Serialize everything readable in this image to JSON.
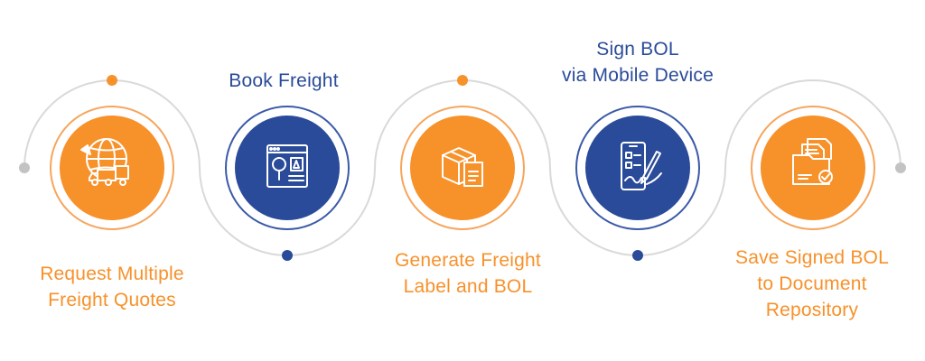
{
  "colors": {
    "orange": "#f7912a",
    "orange_ring": "#f6a55c",
    "blue": "#2a4b99",
    "blue_ring": "#3a59a8",
    "connector": "#d9d9d9",
    "end_dot": "#c2c4c2"
  },
  "steps": [
    {
      "id": "request-quotes",
      "icon": "globe-truck-plane-icon",
      "color": "orange",
      "label_lines": [
        "Request Multiple",
        "Freight Quotes"
      ]
    },
    {
      "id": "book-freight",
      "icon": "browser-search-icon",
      "color": "blue",
      "label_lines": [
        "Book Freight"
      ]
    },
    {
      "id": "generate-label",
      "icon": "boxes-label-icon",
      "color": "orange",
      "label_lines": [
        "Generate Freight",
        "Label and BOL"
      ]
    },
    {
      "id": "sign-bol",
      "icon": "phone-sign-pen-icon",
      "color": "blue",
      "label_lines": [
        "Sign BOL",
        "via Mobile Device"
      ]
    },
    {
      "id": "save-bol",
      "icon": "folder-check-icon",
      "color": "orange",
      "label_lines": [
        "Save Signed BOL",
        "to Document",
        "Repository"
      ]
    }
  ]
}
